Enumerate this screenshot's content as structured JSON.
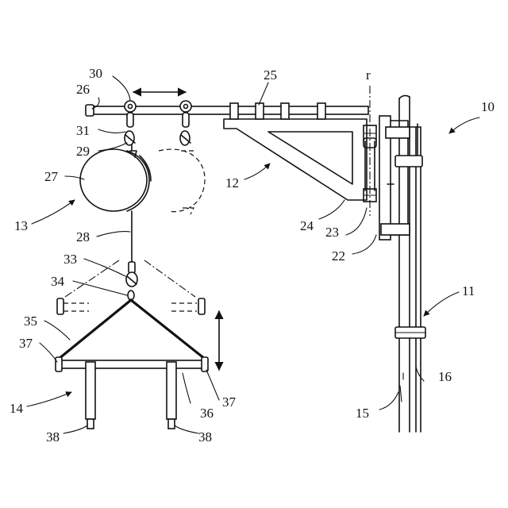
{
  "labels": {
    "n10": "10",
    "n11": "11",
    "n12": "12",
    "n13": "13",
    "n14": "14",
    "n15": "15",
    "n16": "16",
    "n22": "22",
    "n23": "23",
    "n24": "24",
    "n25": "25",
    "n26": "26",
    "n27": "27",
    "n28": "28",
    "n29": "29",
    "n30": "30",
    "n31": "31",
    "n33": "33",
    "n34": "34",
    "n35": "35",
    "n36": "36",
    "n37a": "37",
    "n37b": "37",
    "n38a": "38",
    "n38b": "38",
    "axis_r": "r"
  }
}
